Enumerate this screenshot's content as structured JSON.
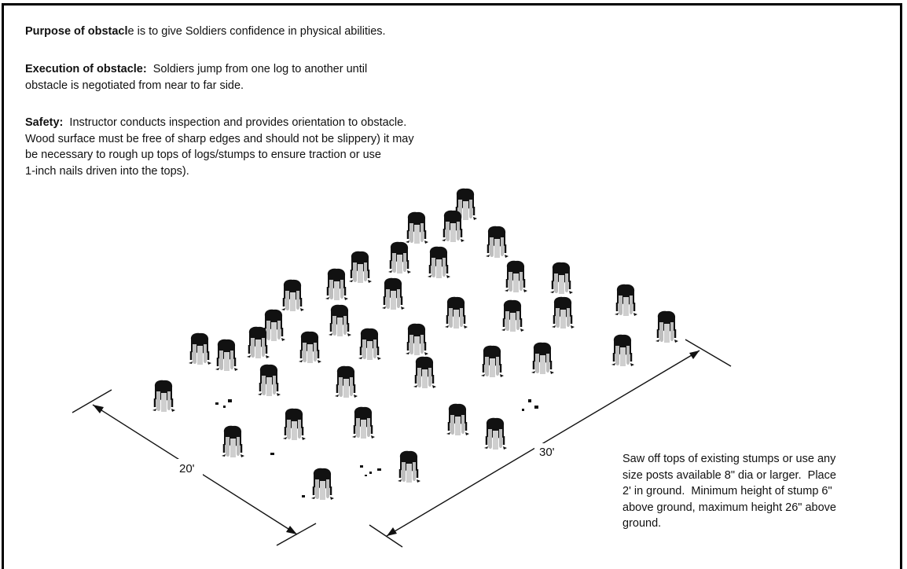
{
  "purpose": {
    "label": "Purpose of obstacl",
    "label_tail": "e",
    "text": " is to give Soldiers confidence in physical abilities."
  },
  "execution": {
    "label": "Execution of obstacle:",
    "line1": "  Soldiers jump from one log to another until",
    "line2": "obstacle is negotiated from near to far side."
  },
  "safety": {
    "label": "Safety:",
    "line1": "  Instructor conducts inspection and provides orientation to obstacle.",
    "line2": "Wood surface must be free of sharp edges and should not be slippery) it may",
    "line3": "be necessary to rough up tops of logs/stumps to ensure traction or use",
    "line4": "1-inch nails driven into the tops)."
  },
  "dimensions": {
    "width_label": "20'",
    "length_label": "30'"
  },
  "note": {
    "line1": "Saw off tops of existing stumps or use any",
    "line2": "size posts available 8\" dia or larger.  Place",
    "line3": "2' in ground.  Minimum height of stump 6\"",
    "line4": "above ground, maximum height 26\" above",
    "line5": "ground."
  },
  "colors": {
    "stump_top": "#111111",
    "stump_side": "#bdbdbd",
    "line": "#111111"
  }
}
